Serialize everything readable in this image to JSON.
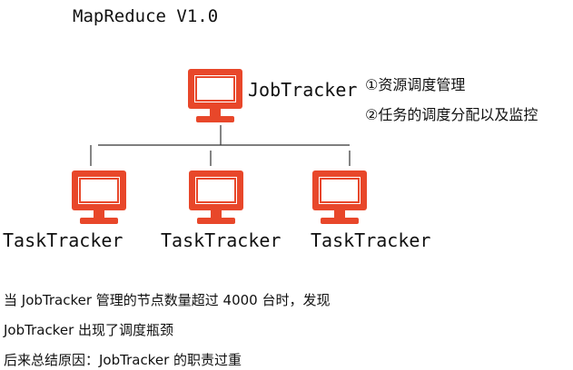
{
  "title": "MapReduce V1.0",
  "job_tracker": {
    "label": "JobTracker",
    "responsibilities": [
      "①资源调度管理",
      "②任务的调度分配以及监控"
    ]
  },
  "task_trackers": [
    {
      "label": "TaskTracker"
    },
    {
      "label": "TaskTracker"
    },
    {
      "label": "TaskTracker"
    }
  ],
  "notes": [
    "当 JobTracker 管理的节点数量超过 4000 台时，发现",
    "JobTracker 出现了调度瓶颈",
    "后来总结原因：JobTracker 的职责过重"
  ],
  "colors": {
    "monitor": "#e8472a",
    "line": "#333333",
    "text": "#111111"
  },
  "icons": {
    "job_tracker": "computer-monitor-icon",
    "task_tracker": "computer-monitor-icon"
  }
}
